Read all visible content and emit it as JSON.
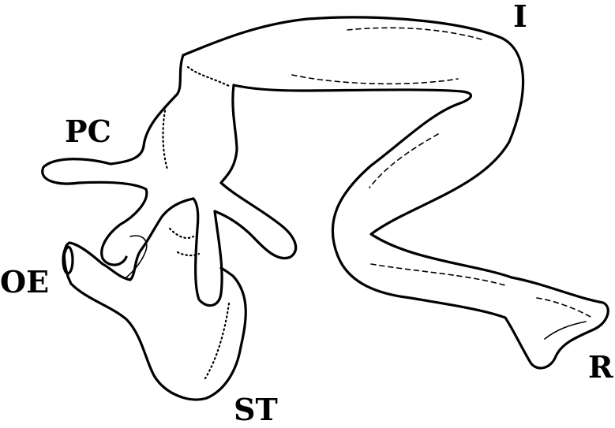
{
  "labels": {
    "intestine": "I",
    "pyloric_caeca": "PC",
    "oesophagus": "OE",
    "stomach": "ST",
    "rectum": "R"
  },
  "colors": {
    "ink": "#000000",
    "paper": "#ffffff"
  }
}
